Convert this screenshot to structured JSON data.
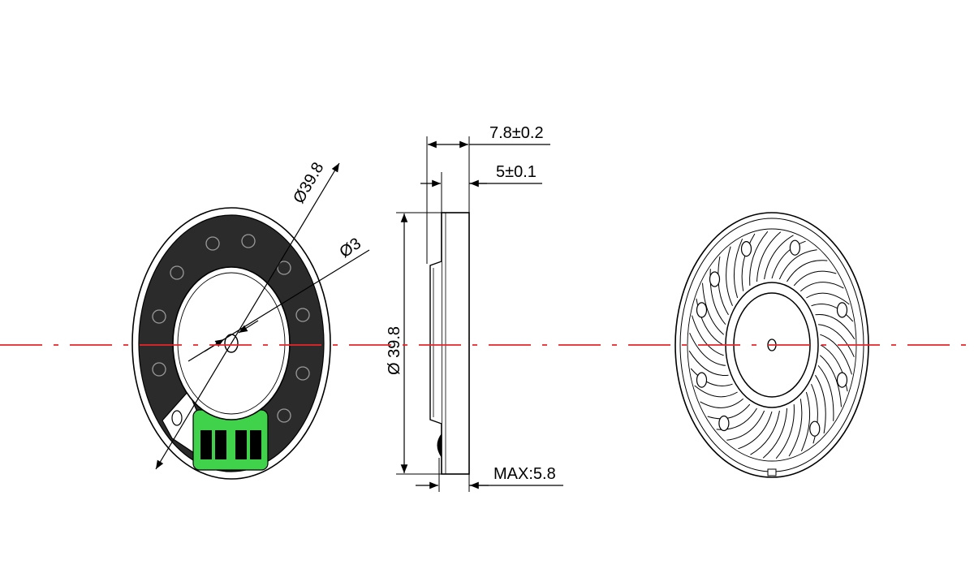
{
  "colors": {
    "centerline": "#e8262a",
    "line": "#000000",
    "ring_fill": "#2b2b2b",
    "terminal_fill": "#3fd24a",
    "background": "#ffffff"
  },
  "front_view": {
    "outer_diameter_label": "Ø39.8",
    "center_hole_label": "Ø3"
  },
  "side_view": {
    "overall_thickness_label": "7.8±0.2",
    "body_thickness_label": "5±0.1",
    "diameter_label": "Ø 39.8",
    "max_protrusion_label": "MAX:5.8"
  },
  "back_view": {}
}
